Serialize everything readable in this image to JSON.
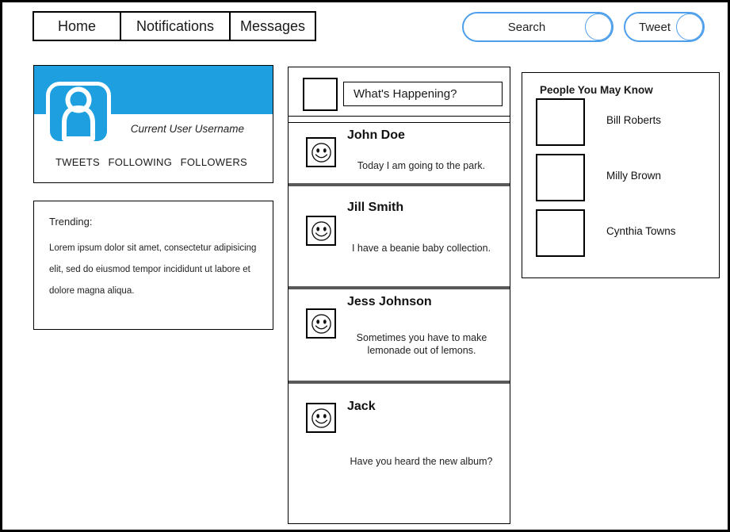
{
  "colors": {
    "accent": "#1d9fe0",
    "pill": "#4d9eeb",
    "sep": "#595959"
  },
  "nav": {
    "tabs": [
      {
        "label": "Home"
      },
      {
        "label": "Notifications"
      },
      {
        "label": "Messages"
      }
    ]
  },
  "actions": {
    "search": "Search",
    "tweet": "Tweet"
  },
  "profile": {
    "username": "Current User Username",
    "stats": [
      {
        "label": "TWEETS"
      },
      {
        "label": "FOLLOWING"
      },
      {
        "label": "FOLLOWERS"
      }
    ]
  },
  "trending": {
    "title": "Trending:",
    "body": "Lorem ipsum dolor sit amet, consectetur adipisicing elit, sed do eiusmod tempor incididunt ut labore et dolore magna aliqua."
  },
  "composer": {
    "prompt": "What's Happening?"
  },
  "feed": [
    {
      "name": "John Doe",
      "message": "Today I am going to the park."
    },
    {
      "name": "Jill Smith",
      "message": "I have a beanie baby collection."
    },
    {
      "name": "Jess Johnson",
      "message": "Sometimes you have to make lemonade out of lemons."
    },
    {
      "name": "Jack",
      "message": "Have you heard the new album?"
    }
  ],
  "people": {
    "title": "People You May Know",
    "suggestions": [
      {
        "name": "Bill Roberts"
      },
      {
        "name": "Milly Brown"
      },
      {
        "name": "Cynthia Towns"
      }
    ]
  }
}
